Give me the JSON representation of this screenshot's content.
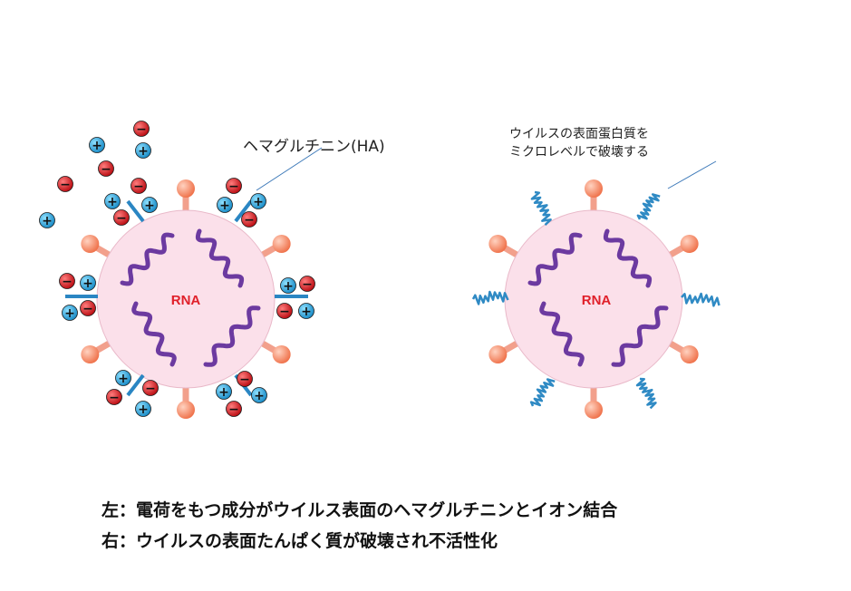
{
  "labels": {
    "rna": "RNA",
    "hemagglutinin": "ヘマグルチニン(HA)",
    "surface_protein_line1": "ウイルスの表面蛋白質を",
    "surface_protein_line2": "ミクロレベルで破壊する"
  },
  "captions": {
    "left": "左：電荷をもつ成分がウイルス表面のヘマグルチニンとイオン結合",
    "right": "右：ウイルスの表面たんぱく質が破壊され不活性化"
  },
  "ions": {
    "plus_symbol": "+",
    "minus_symbol": "−"
  },
  "colors": {
    "virus_body": "#fbe0ea",
    "virus_outline": "#e9b9c9",
    "rna": "#6c3aa0",
    "rna_text": "#e0202a",
    "spike_stalk": "#f2a08c",
    "spike_head": "#f47a52",
    "ha_bar": "#2a86c3",
    "plus_ion": "#28a7dd",
    "minus_ion": "#d61b22",
    "broken_protein": "#2f8ac4",
    "pointer_line": "#3b78b8"
  }
}
